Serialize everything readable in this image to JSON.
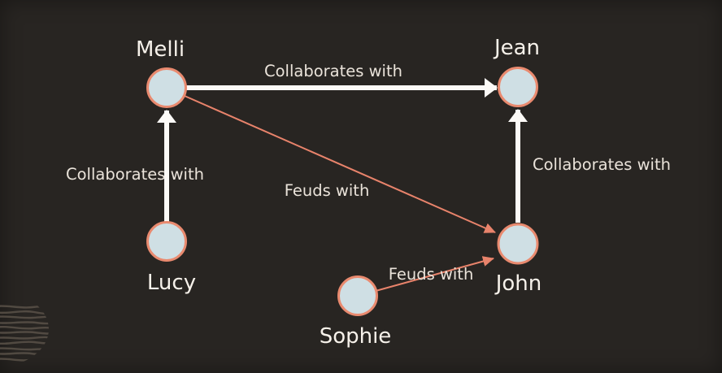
{
  "canvas": {
    "background_color": "#282522",
    "description": "Dark canvas graph visualization of relationships between people"
  },
  "colors": {
    "background": "#282522",
    "node_fill": "#cfdfe4",
    "node_border": "#e98a6f",
    "collaborates_edge": "#fcfaf7",
    "feuds_edge": "#e8836b",
    "edge_label_text": "#eae3da",
    "node_label_text": "#f6f1ea",
    "decoration_stroke": "#595148"
  },
  "graph": {
    "nodes": [
      {
        "id": "melli",
        "label": "Melli"
      },
      {
        "id": "jean",
        "label": "Jean"
      },
      {
        "id": "lucy",
        "label": "Lucy"
      },
      {
        "id": "john",
        "label": "John"
      },
      {
        "id": "sophie",
        "label": "Sophie"
      }
    ],
    "edges": [
      {
        "from": "Melli",
        "to": "Jean",
        "type": "collaborates",
        "label": "Collaborates with"
      },
      {
        "from": "Lucy",
        "to": "Melli",
        "type": "collaborates",
        "label": "Collaborates with"
      },
      {
        "from": "John",
        "to": "Jean",
        "type": "collaborates",
        "label": "Collaborates with"
      },
      {
        "from": "Melli",
        "to": "John",
        "type": "feuds",
        "label": "Feuds with"
      },
      {
        "from": "Sophie",
        "to": "John",
        "type": "feuds",
        "label": "Feuds with"
      }
    ]
  }
}
